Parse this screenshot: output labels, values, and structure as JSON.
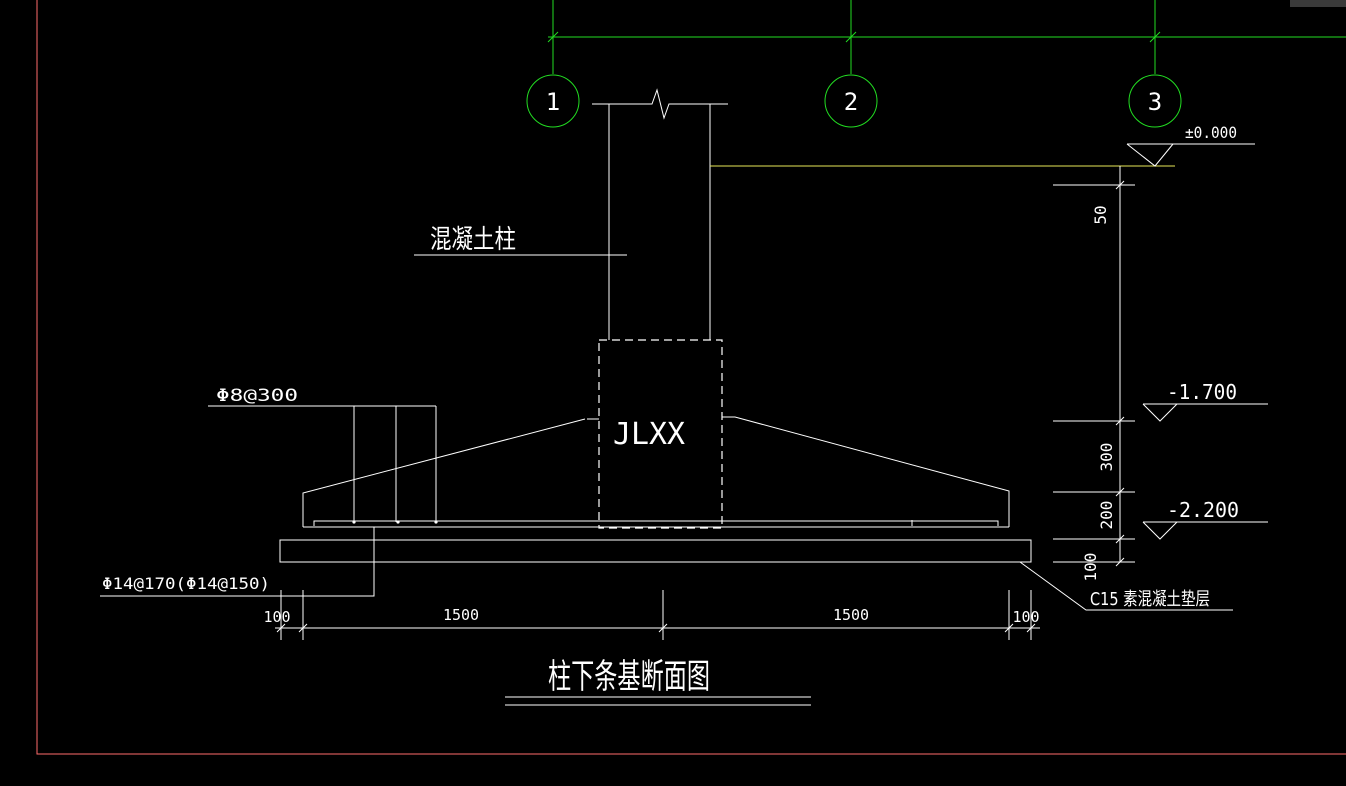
{
  "colors": {
    "background": "#000000",
    "frame": "#ff6b6b",
    "axis": "#22dd22",
    "linework": "#ffffff",
    "level_line": "#e8e858"
  },
  "axes": [
    {
      "label": "1"
    },
    {
      "label": "2"
    },
    {
      "label": "3"
    }
  ],
  "labels": {
    "level_top": "±0.000",
    "level_mid": "-1.700",
    "level_bottom": "-2.200",
    "column_callout": "混凝土柱",
    "beam_label": "JLXX",
    "stirrup": "Φ8@300",
    "bottom_rebar": "Φ14@170(Φ14@150)",
    "cushion_callout": "C15  素混凝土垫层",
    "title": "柱下条基断面图"
  },
  "dimensions": {
    "horizontal": [
      "100",
      "1500",
      "1500",
      "100"
    ],
    "vertical": [
      "50",
      "300",
      "200",
      "100"
    ]
  }
}
